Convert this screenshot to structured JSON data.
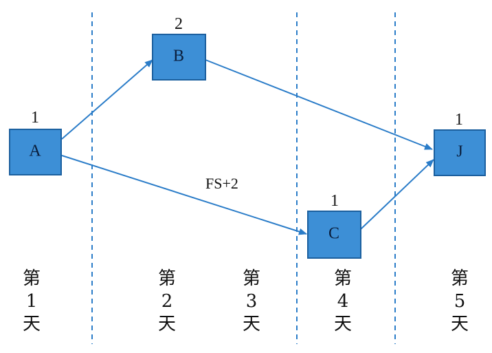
{
  "nodes": [
    {
      "id": "A",
      "label": "A",
      "duration": "1"
    },
    {
      "id": "B",
      "label": "B",
      "duration": "2"
    },
    {
      "id": "C",
      "label": "C",
      "duration": "1"
    },
    {
      "id": "J",
      "label": "J",
      "duration": "1"
    }
  ],
  "edges": [
    {
      "from": "A",
      "to": "B",
      "label": ""
    },
    {
      "from": "A",
      "to": "C",
      "label": "FS+2"
    },
    {
      "from": "B",
      "to": "J",
      "label": ""
    },
    {
      "from": "C",
      "to": "J",
      "label": ""
    }
  ],
  "days": [
    {
      "di": "第",
      "num": "1",
      "tian": "天"
    },
    {
      "di": "第",
      "num": "2",
      "tian": "天"
    },
    {
      "di": "第",
      "num": "3",
      "tian": "天"
    },
    {
      "di": "第",
      "num": "4",
      "tian": "天"
    },
    {
      "di": "第",
      "num": "5",
      "tian": "天"
    }
  ],
  "colors": {
    "node_fill": "#3d8fd6",
    "line": "#2a7cc8"
  }
}
